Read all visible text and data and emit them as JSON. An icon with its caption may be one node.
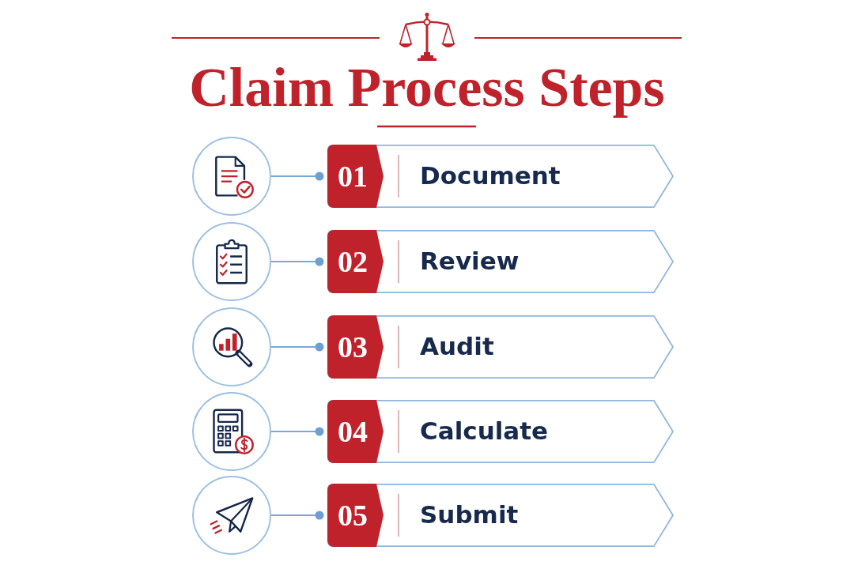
{
  "diagram": {
    "title": "Claim Process Steps",
    "nodes": [
      {
        "text": [],
        "shape": "circle"
      },
      {
        "text": [
          "01",
          "Document"
        ]
      },
      {
        "text": [],
        "shape": "circle"
      },
      {
        "text": [
          "02",
          "Review"
        ]
      },
      {
        "text": [],
        "shape": "circle"
      },
      {
        "text": [
          "03",
          "Audit"
        ]
      },
      {
        "text": [],
        "shape": "circle"
      },
      {
        "text": [
          "04",
          "Calculate"
        ]
      },
      {
        "text": [],
        "shape": "circle"
      },
      {
        "text": [
          "05",
          "Submit"
        ]
      }
    ],
    "edges": [
      {
        "from": 0,
        "to": 1,
        "arrow": "other"
      },
      {
        "from": 2,
        "to": 3,
        "arrow": "other"
      },
      {
        "from": 4,
        "to": 5,
        "arrow": "other"
      },
      {
        "from": 6,
        "to": 7,
        "arrow": "other"
      },
      {
        "from": 8,
        "to": 9,
        "arrow": "other"
      }
    ]
  }
}
